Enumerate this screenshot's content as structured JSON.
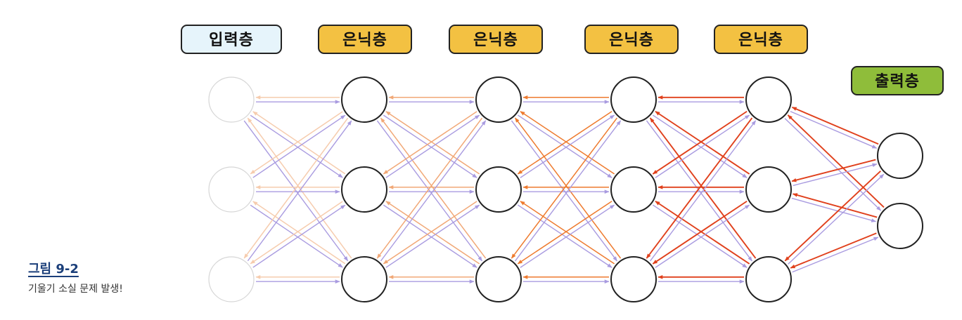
{
  "layers": [
    {
      "label": "입력층",
      "color": "#e6f4fb",
      "nodes": 3
    },
    {
      "label": "은닉층",
      "color": "#f3c142",
      "nodes": 3
    },
    {
      "label": "은닉층",
      "color": "#f3c142",
      "nodes": 3
    },
    {
      "label": "은닉층",
      "color": "#f3c142",
      "nodes": 3
    },
    {
      "label": "은닉층",
      "color": "#f3c142",
      "nodes": 3
    },
    {
      "label": "출력층",
      "color": "#8fbd3a",
      "nodes": 2
    }
  ],
  "figure": {
    "number": "그림 9-2",
    "caption": "기울기 소실 문제 발생!"
  },
  "colors": {
    "forward": "#a99be0",
    "backward_strong": "#e0401c",
    "backward_medium": "#ee7a2e",
    "backward_weak": "#f1a877",
    "backward_faint": "#f6ccae",
    "node_border": "#222222",
    "input_node_border": "#d6d6d6"
  }
}
